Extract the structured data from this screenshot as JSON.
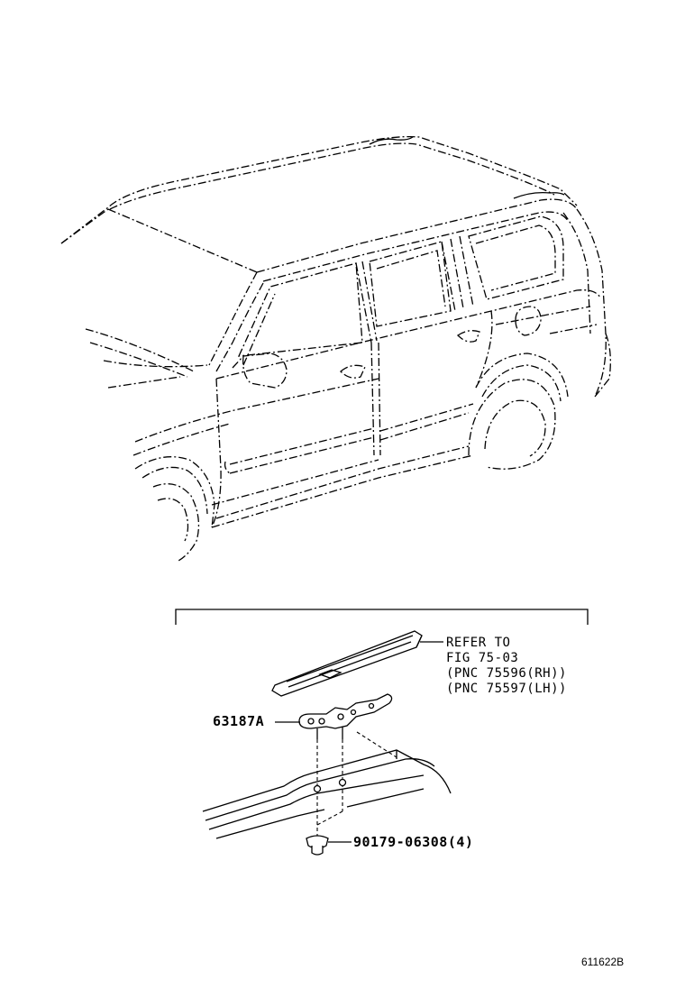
{
  "diagram": {
    "refer_lines": [
      "REFER TO",
      "FIG 75-03",
      "(PNC 75596(RH))",
      "(PNC 75597(LH))"
    ],
    "parts": [
      {
        "part_no": "63187A"
      },
      {
        "part_no": "90179-06308(4)"
      }
    ],
    "figure_id": "611622B"
  }
}
